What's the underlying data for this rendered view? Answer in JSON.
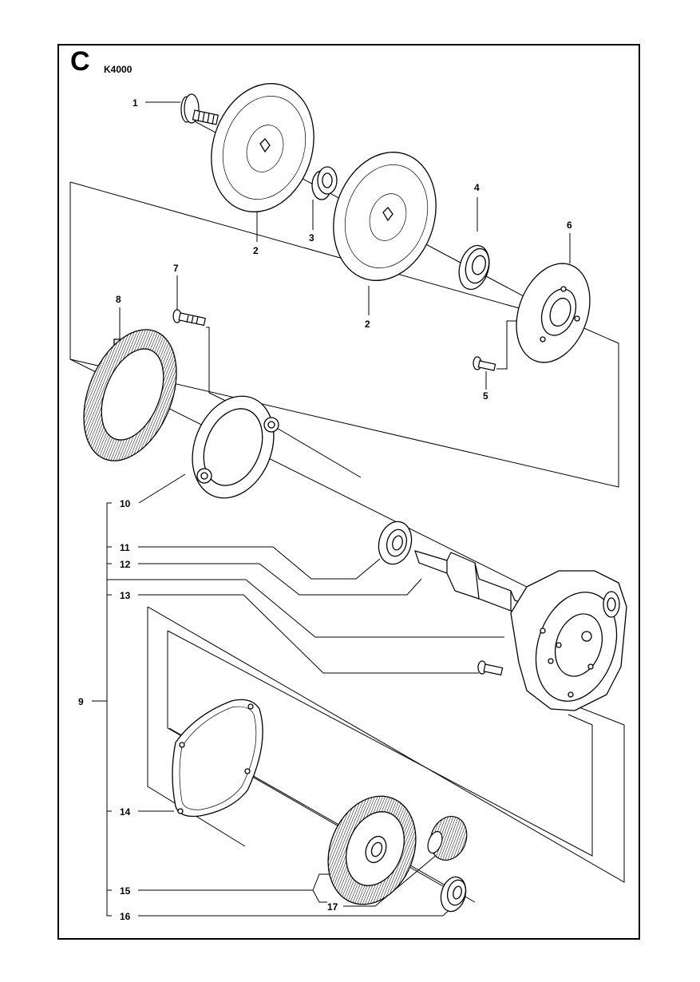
{
  "section_letter": "C",
  "model": "K4000",
  "callouts": {
    "c1": "1",
    "c2a": "2",
    "c2b": "2",
    "c3": "3",
    "c4": "4",
    "c5": "5",
    "c6": "6",
    "c7": "7",
    "c8": "8",
    "c9": "9",
    "c10": "10",
    "c11": "11",
    "c12": "12",
    "c13": "13",
    "c14": "14",
    "c15": "15",
    "c16": "16",
    "c17": "17"
  }
}
